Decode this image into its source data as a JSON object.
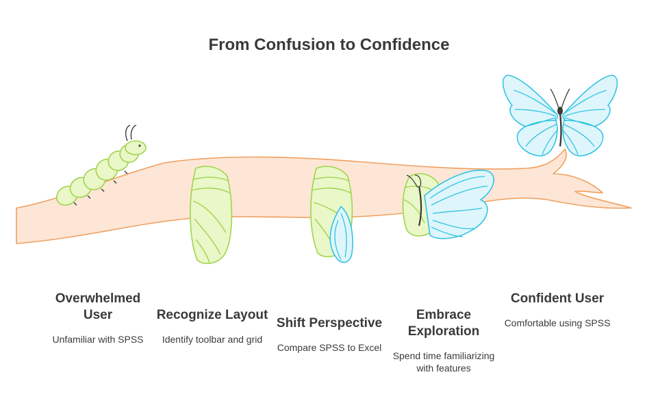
{
  "title": "From Confusion to Confidence",
  "stages": [
    {
      "name": "Overwhelmed User",
      "description": "Unfamiliar with SPSS"
    },
    {
      "name": "Recognize Layout",
      "description": "Identify toolbar and grid"
    },
    {
      "name": "Shift Perspective",
      "description": "Compare SPSS to Excel"
    },
    {
      "name": "Embrace Exploration",
      "description": "Spend time familiarizing with features"
    },
    {
      "name": "Confident User",
      "description": "Comfortable using SPSS"
    }
  ],
  "colors": {
    "branch_fill": "#fde6d6",
    "branch_stroke": "#f0a060",
    "green_fill": "#eaf7c8",
    "green_stroke": "#9fd44a",
    "blue_fill": "#def6fb",
    "blue_stroke": "#33c2e6",
    "body_dark": "#3a3a3a"
  },
  "icons": [
    "caterpillar-icon",
    "cocoon-icon",
    "cocoon-with-wing-icon",
    "emerging-butterfly-icon",
    "butterfly-icon"
  ]
}
